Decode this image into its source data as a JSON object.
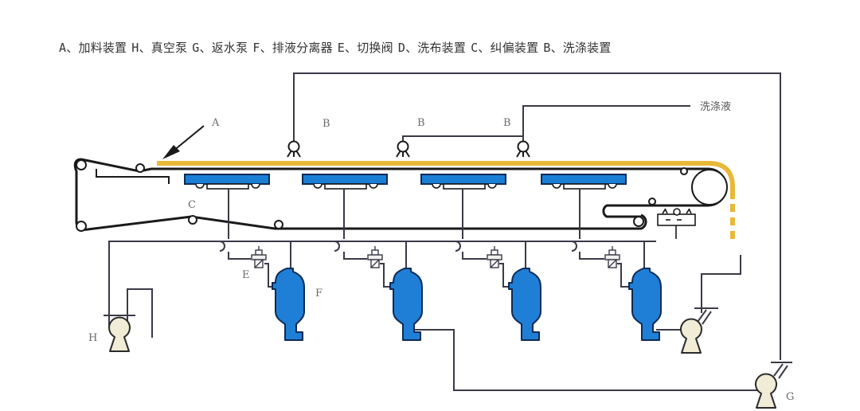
{
  "legend": [
    {
      "key": "A",
      "sep": "、",
      "text": "加料装置"
    },
    {
      "key": "H",
      "sep": "、",
      "text": "真空泵"
    },
    {
      "key": "G",
      "sep": "、",
      "text": "返水泵"
    },
    {
      "key": "F",
      "sep": "、",
      "text": "排液分离器"
    },
    {
      "key": "E",
      "sep": "、",
      "text": "切换阀"
    },
    {
      "key": "D",
      "sep": "、",
      "text": "洗布装置"
    },
    {
      "key": "C",
      "sep": "、",
      "text": "纠偏装置"
    },
    {
      "key": "B",
      "sep": "、",
      "text": "洗涤装置"
    }
  ],
  "labels": {
    "A": "A",
    "B1": "B",
    "B2": "B",
    "B3": "B",
    "C": "C",
    "E": "E",
    "F": "F",
    "H": "H",
    "G": "G",
    "wash_liquid": "洗涤液"
  },
  "colors": {
    "belt_line": "#1a1a1a",
    "filter_cloth": "#e8b838",
    "vacuum_box": "#1a7fd4",
    "separator": "#1f7fd6",
    "pump_fill": "#f1ecd6",
    "pipe": "#3a3a48",
    "label": "#6a6a6a"
  },
  "components": {
    "vacuum_boxes": 4,
    "separators": 4,
    "switch_valves": 4,
    "wash_nozzles": 3
  }
}
